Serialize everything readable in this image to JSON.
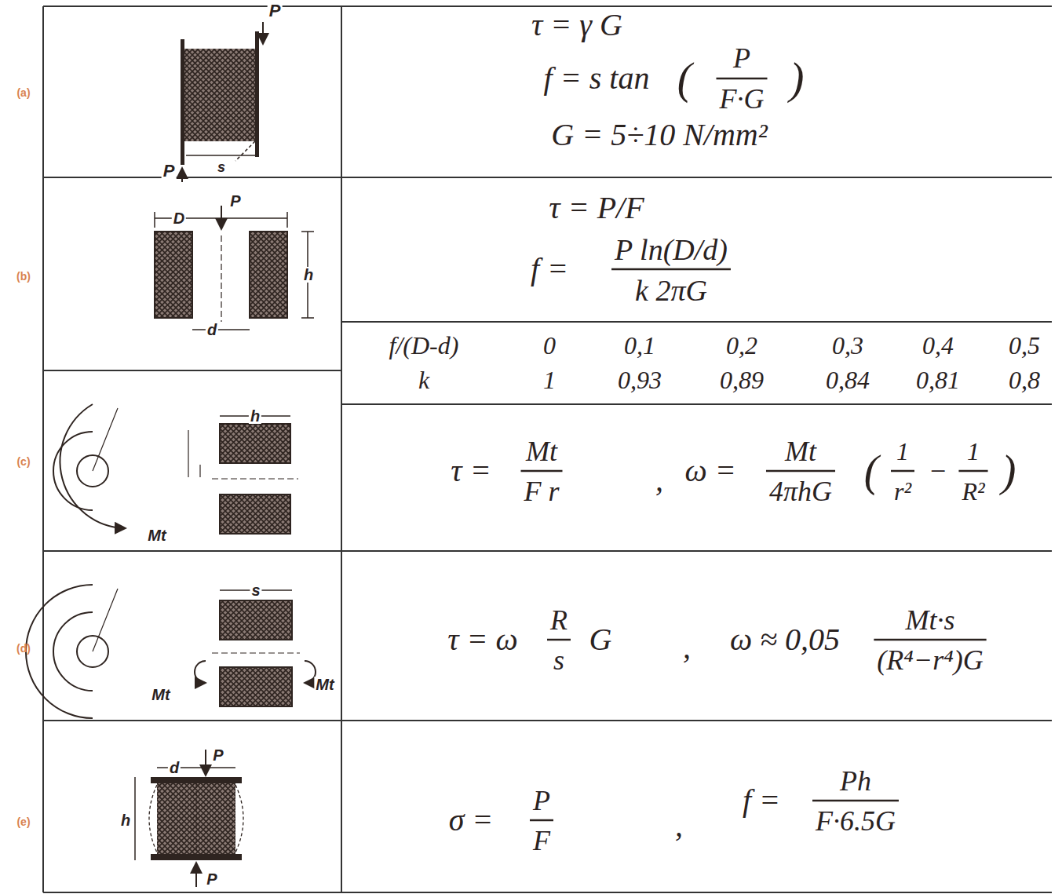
{
  "diagram": {
    "labels": [
      "(a)",
      "P",
      "P",
      "s",
      "τ = γ G",
      "f = s tan",
      "(",
      "P",
      "F·G",
      ")",
      "G = 5÷10 N/mm²",
      "(b)",
      "D",
      "P",
      "h",
      "d",
      "τ = P/F",
      "f =",
      "P ln(D/d)",
      "k 2πG",
      "f/(D-d)",
      "0",
      "0,1",
      "0,2",
      "0,3",
      "0,4",
      "0,5",
      "k",
      "1",
      "0,93",
      "0,89",
      "0,84",
      "0,81",
      "0,8",
      "(c)",
      "h",
      "Mt",
      "τ =",
      "Mt",
      "F r",
      ",",
      "ω =",
      "Mt",
      "4πhG",
      "(",
      "1",
      "r²",
      "−",
      "1",
      "R²",
      ")",
      "(d)",
      "s",
      "Mt",
      "Mt",
      "τ = ω",
      "R",
      "s",
      "G",
      ",",
      "ω ≈ 0,05",
      "Mt·s",
      "(R⁴−r⁴)G",
      "(e)",
      "d",
      "P",
      "P",
      "h",
      "σ =",
      "P",
      "F",
      ",",
      "f =",
      "Ph",
      "F·6.5G"
    ]
  }
}
